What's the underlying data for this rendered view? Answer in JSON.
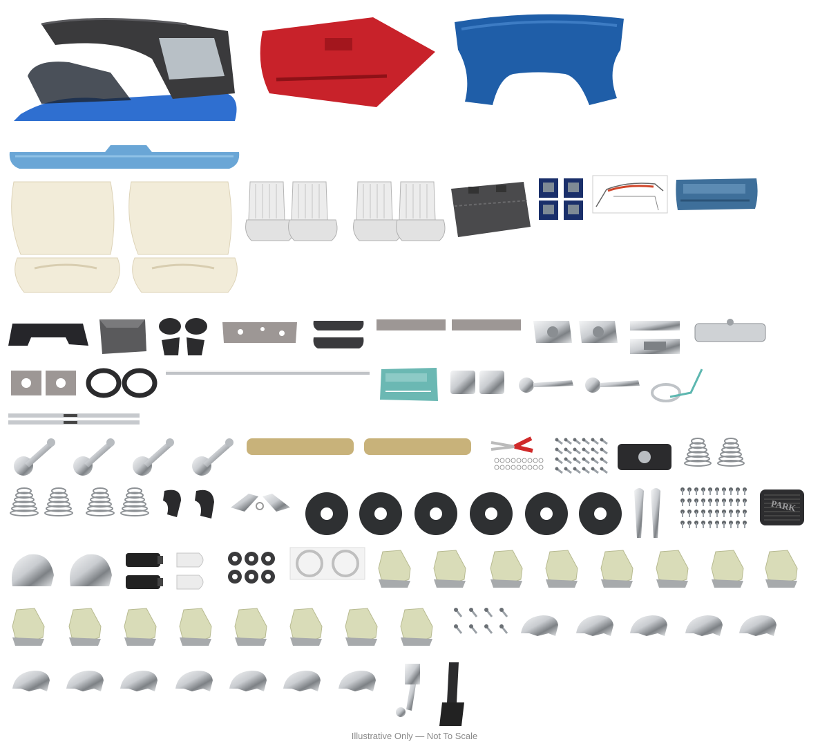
{
  "caption": "Illustrative Only — Not To Scale",
  "colors": {
    "top_black": "#3a3a3c",
    "car_blue": "#2f6fd0",
    "carpet_red": "#c8222a",
    "boot_blue": "#1f5ea8",
    "visor_blue": "#6aa6d6",
    "foam": "#f2ecd9",
    "seat_white": "#ececec",
    "chrome": "#c9ccd0",
    "felt_gray": "#9d9795",
    "rubber": "#2b2b2d",
    "panel_teal": "#6bb8b3",
    "armrest_gold": "#c8b27a",
    "clip_green": "#d9dcb8"
  },
  "parts": [
    {
      "name": "convertible-top-photo",
      "icon": "convertible-top"
    },
    {
      "name": "red-carpet",
      "icon": "carpet"
    },
    {
      "name": "blue-top-boot",
      "icon": "top-boot"
    },
    {
      "name": "visor-pad",
      "icon": "visor"
    },
    {
      "name": "seat-foam-left",
      "icon": "seat-foam"
    },
    {
      "name": "seat-foam-right",
      "icon": "seat-foam"
    },
    {
      "name": "bucket-seat-covers-a",
      "icon": "seat-covers"
    },
    {
      "name": "bucket-seat-covers-b",
      "icon": "seat-covers"
    },
    {
      "name": "floor-insulation",
      "icon": "insulation"
    },
    {
      "name": "blue-seat-belts",
      "icon": "seat-belts"
    },
    {
      "name": "weatherstrip-diagram",
      "icon": "diagram"
    },
    {
      "name": "blue-door-panel",
      "icon": "door-panel"
    },
    {
      "name": "rear-package-cover",
      "icon": "package-cover"
    },
    {
      "name": "glove-box-liner",
      "icon": "glove-box"
    },
    {
      "name": "kick-panel-pieces",
      "icon": "kick-panels"
    },
    {
      "name": "firewall-pad",
      "icon": "firewall-pad"
    },
    {
      "name": "sunvisors",
      "icon": "sunvisors"
    },
    {
      "name": "felt-strip-1",
      "icon": "felt-strip"
    },
    {
      "name": "felt-strip-2",
      "icon": "felt-strip"
    },
    {
      "name": "door-lock-housings",
      "icon": "chrome-housing"
    },
    {
      "name": "console-latch",
      "icon": "latch"
    },
    {
      "name": "rearview-mirror",
      "icon": "mirror"
    },
    {
      "name": "felt-gaskets",
      "icon": "gaskets"
    },
    {
      "name": "rubber-seals",
      "icon": "seals"
    },
    {
      "name": "chrome-rod",
      "icon": "rod"
    },
    {
      "name": "teal-door-panel",
      "icon": "door-panel"
    },
    {
      "name": "chrome-ashtray",
      "icon": "ashtray"
    },
    {
      "name": "door-handles",
      "icon": "door-handle"
    },
    {
      "name": "chrome-trim-loop",
      "icon": "trim-loop"
    },
    {
      "name": "sill-plates",
      "icon": "sill-plates"
    },
    {
      "name": "window-cranks",
      "icon": "window-crank"
    },
    {
      "name": "gold-armrest-pads",
      "icon": "armrest"
    },
    {
      "name": "pliers-and-clips",
      "icon": "pliers"
    },
    {
      "name": "screw-kit",
      "icon": "screws"
    },
    {
      "name": "glove-box-door-lock",
      "icon": "lock-plate"
    },
    {
      "name": "seat-springs",
      "icon": "spring"
    },
    {
      "name": "black-crank-covers",
      "icon": "crank-cover"
    },
    {
      "name": "chrome-latch-handles",
      "icon": "latch-handles"
    },
    {
      "name": "foam-door-seals",
      "icon": "foam-donut"
    },
    {
      "name": "door-lock-knobs",
      "icon": "lock-knob"
    },
    {
      "name": "small-fasteners",
      "icon": "fasteners"
    },
    {
      "name": "park-brake-pedal-pad",
      "icon": "pedal-pad"
    },
    {
      "name": "chrome-cap-covers",
      "icon": "chrome-cap"
    },
    {
      "name": "black-bushings",
      "icon": "bushings"
    },
    {
      "name": "white-plugs",
      "icon": "plugs"
    },
    {
      "name": "grommets",
      "icon": "grommets"
    },
    {
      "name": "clear-cups",
      "icon": "cups"
    },
    {
      "name": "seat-clips",
      "icon": "seat-clip"
    },
    {
      "name": "chrome-clips",
      "icon": "chrome-clip"
    },
    {
      "name": "pedal-bracket",
      "icon": "bracket"
    },
    {
      "name": "accelerator-pedal",
      "icon": "gas-pedal"
    }
  ],
  "text_marks": {
    "park_label": "PARK"
  }
}
